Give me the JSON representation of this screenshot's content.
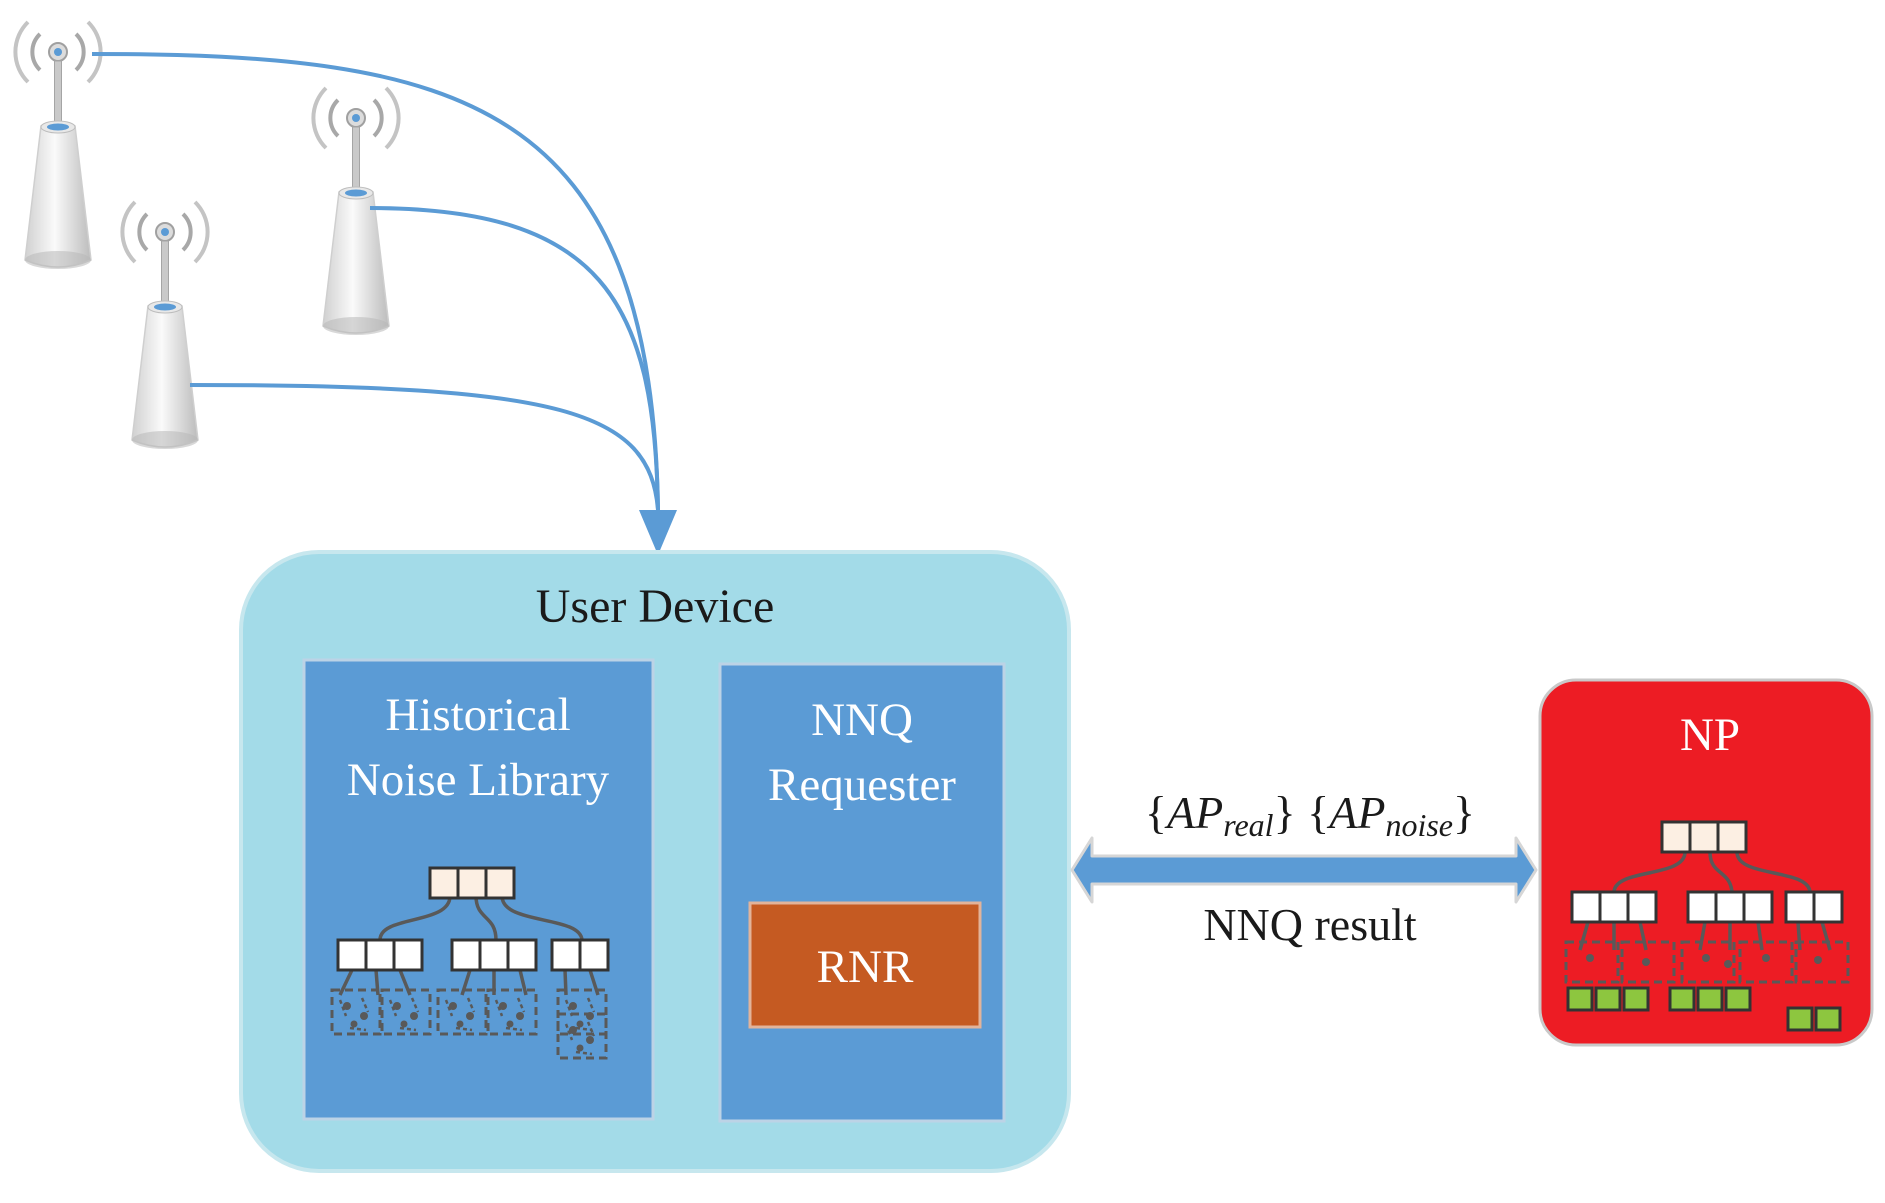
{
  "colors": {
    "link_blue": "#5b9bd5",
    "device_outer": "#a3dbe8",
    "panel_blue": "#5b9bd5",
    "rnr_fill": "#c55a22",
    "np_fill": "#ed1c24",
    "node_fill": "#fcefe3",
    "leaf_green": "#8dc63f",
    "tree_gray": "#595959"
  },
  "icons": [
    "antenna-icon",
    "tree-index-icon"
  ],
  "user_device": {
    "title": "User Device",
    "library": {
      "line1": "Historical",
      "line2": "Noise Library"
    },
    "requester": {
      "line1": "NNQ",
      "line2": "Requester"
    },
    "rnr": "RNR"
  },
  "np": {
    "title": "NP"
  },
  "exchange": {
    "ap_real_base": "AP",
    "ap_real_sub": "real",
    "ap_noise_base": "AP",
    "ap_noise_sub": "noise",
    "result": "NNQ result"
  }
}
